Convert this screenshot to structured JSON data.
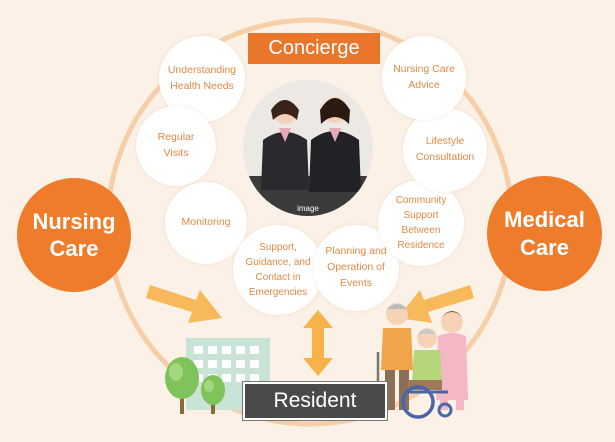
{
  "header": {
    "concierge_label": "Concierge"
  },
  "side_circles": {
    "nursing_care": "Nursing\nCare",
    "medical_care": "Medical\nCare"
  },
  "services": [
    {
      "label": "Understanding\nHealth Needs"
    },
    {
      "label": "Regular\nVisits"
    },
    {
      "label": "Monitoring"
    },
    {
      "label": "Support,\nGuidance, and\nContact in\nEmergencies"
    },
    {
      "label": "Planning and\nOperation of\nEvents"
    },
    {
      "label": "Community\nSupport\nBetween\nResidence"
    },
    {
      "label": "Lifestyle\nConsultation"
    },
    {
      "label": "Nursing Care\nAdvice"
    }
  ],
  "photo": {
    "caption": "image"
  },
  "footer": {
    "resident_label": "Resident"
  },
  "colors": {
    "accent_orange": "#ee7c2b",
    "bubble_text": "#e08a46",
    "resident_box": "#4a4a4a",
    "background": "#fbf1e6"
  },
  "icons": [
    "staff-photo",
    "building-icon",
    "tree-icon",
    "elderly-people-icon",
    "arrow-icon"
  ]
}
